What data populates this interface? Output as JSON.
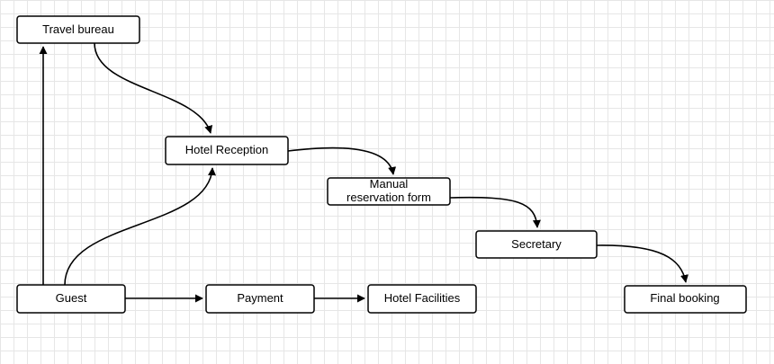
{
  "nodes": {
    "travel_bureau": {
      "lines": [
        "Travel bureau"
      ]
    },
    "hotel_reception": {
      "lines": [
        "Hotel Reception"
      ]
    },
    "manual_reservation_form": {
      "lines": [
        "Manual",
        "reservation form"
      ]
    },
    "secretary": {
      "lines": [
        "Secretary"
      ]
    },
    "guest": {
      "lines": [
        "Guest"
      ]
    },
    "payment": {
      "lines": [
        "Payment"
      ]
    },
    "hotel_facilities": {
      "lines": [
        "Hotel Facilities"
      ]
    },
    "final_booking": {
      "lines": [
        "Final booking"
      ]
    }
  },
  "edges": [
    {
      "from": "travel_bureau",
      "to": "hotel_reception"
    },
    {
      "from": "hotel_reception",
      "to": "manual_reservation_form"
    },
    {
      "from": "manual_reservation_form",
      "to": "secretary"
    },
    {
      "from": "secretary",
      "to": "final_booking"
    },
    {
      "from": "guest",
      "to": "travel_bureau"
    },
    {
      "from": "guest",
      "to": "hotel_reception"
    },
    {
      "from": "guest",
      "to": "payment"
    },
    {
      "from": "payment",
      "to": "hotel_facilities"
    }
  ]
}
